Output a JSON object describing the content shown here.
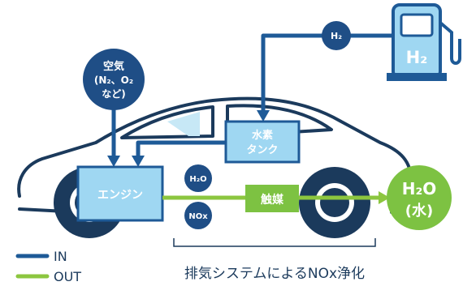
{
  "colors": {
    "in_line": "#1e5a97",
    "out_line": "#8cc63f",
    "navy_circle": "#1f4e86",
    "box_fill": "#9fd7f2",
    "green": "#7dc242",
    "car_outline": "#1b3a5c"
  },
  "icons": {
    "pump": "fuel-pump-icon"
  },
  "air": {
    "line1": "空気",
    "line2": "(N₂、O₂",
    "line3": "など)"
  },
  "h2_small": "H₂",
  "pump_label": "H₂",
  "tank": {
    "line1": "水素",
    "line2": "タンク"
  },
  "engine": "エンジン",
  "h2o_small": "H₂O",
  "nox": "NOx",
  "catalyst": "触媒",
  "output": {
    "line1": "H₂O",
    "line2": "(水)"
  },
  "legend": {
    "in_label": "IN",
    "out_label": "OUT"
  },
  "caption": "排気システムによるNOx浄化"
}
